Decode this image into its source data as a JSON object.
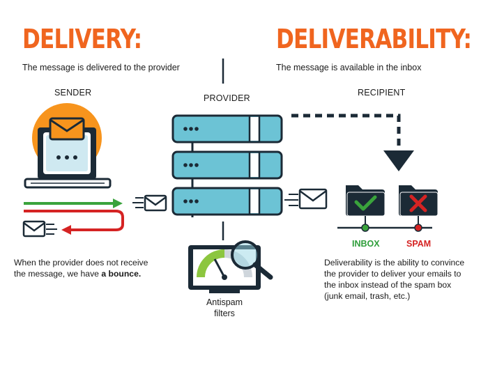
{
  "left": {
    "title": "DELIVERY:",
    "subtitle": "The message is delivered to the provider",
    "sender_label": "SENDER",
    "bounce_text_1": "When the provider does not receive",
    "bounce_text_2": "the message, we have ",
    "bounce_text_bold": "a bounce."
  },
  "right": {
    "title": "DELIVERABILITY:",
    "subtitle": "The message is available in the inbox",
    "recipient_label": "RECIPIENT",
    "inbox_label": "INBOX",
    "spam_label": "SPAM",
    "description_lines": [
      "Deliverability is the ability to convince",
      "the provider to deliver your emails to",
      "the inbox instead of the spam box",
      "(junk email, trash, etc.)"
    ]
  },
  "center": {
    "provider_label": "PROVIDER",
    "antispam_line1": "Antispam",
    "antispam_line2": "filters"
  },
  "colors": {
    "orange": "#f0651f",
    "server": "#6cc3d5",
    "navy": "#1b2a36",
    "green": "#3aa33c",
    "red": "#d52323"
  },
  "icons": [
    "laptop-icon",
    "envelope-icon",
    "server-icon",
    "folder-check-icon",
    "folder-x-icon",
    "monitor-gauge-icon",
    "magnifier-icon"
  ]
}
